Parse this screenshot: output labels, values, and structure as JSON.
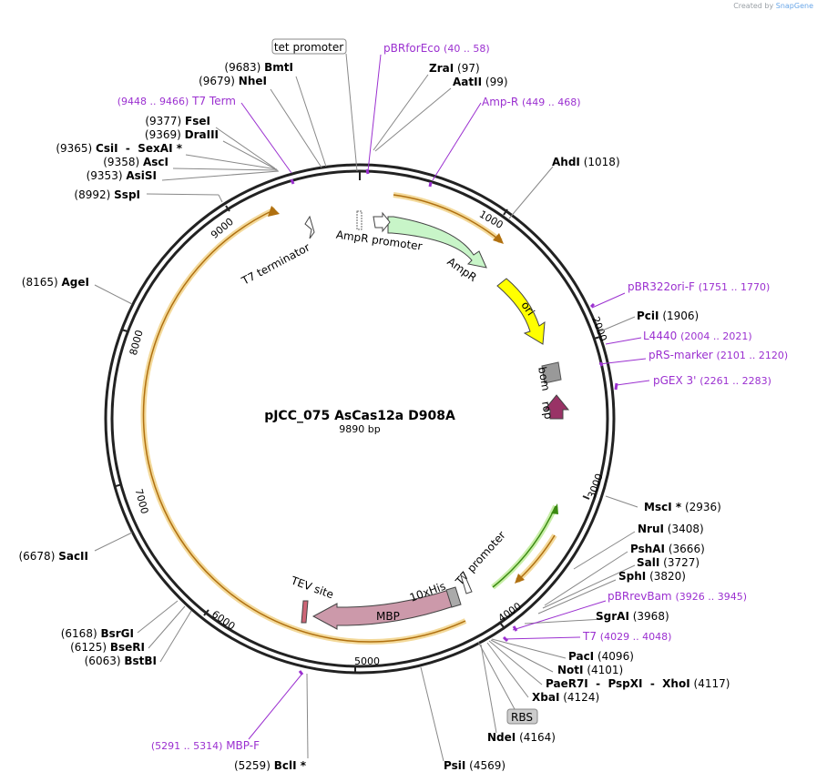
{
  "credit": {
    "prefix": "Created by",
    "brand": "SnapGene"
  },
  "plasmid": {
    "name": "pJCC_075 AsCas12a D908A",
    "length": "9890 bp"
  },
  "colors": {
    "enzyme": "#000000",
    "primer": "#9b30d0",
    "feature_orange": "#e8a030",
    "ampr": "#c8f5c8",
    "ori": "#ffff00",
    "mbp": "#cc99aa",
    "rop": "#993366",
    "bom": "#999999",
    "green": "#55bb22"
  },
  "ticks": [
    "1000",
    "2000",
    "3000",
    "4000",
    "5000",
    "6000",
    "7000",
    "8000",
    "9000"
  ],
  "enzymes": [
    {
      "name": "BmtI",
      "pos": "(9683)",
      "side": "L"
    },
    {
      "name": "NheI",
      "pos": "(9679)",
      "side": "L"
    },
    {
      "name": "FseI",
      "pos": "(9377)",
      "side": "L"
    },
    {
      "name": "DraIII",
      "pos": "(9369)",
      "side": "L"
    },
    {
      "name": "CsiI  -  SexAI *",
      "pos": "(9365)",
      "side": "L"
    },
    {
      "name": "AscI",
      "pos": "(9358)",
      "side": "L"
    },
    {
      "name": "AsiSI",
      "pos": "(9353)",
      "side": "L"
    },
    {
      "name": "SspI",
      "pos": "(8992)",
      "side": "L"
    },
    {
      "name": "AgeI",
      "pos": "(8165)",
      "side": "L"
    },
    {
      "name": "SacII",
      "pos": "(6678)",
      "side": "L"
    },
    {
      "name": "BsrGI",
      "pos": "(6168)",
      "side": "L"
    },
    {
      "name": "BseRI",
      "pos": "(6125)",
      "side": "L"
    },
    {
      "name": "BstBI",
      "pos": "(6063)",
      "side": "L"
    },
    {
      "name": "BclI *",
      "pos": "(5259)",
      "side": "L"
    },
    {
      "name": "ZraI",
      "pos": "(97)",
      "side": "R"
    },
    {
      "name": "AatII",
      "pos": "(99)",
      "side": "R"
    },
    {
      "name": "AhdI",
      "pos": "(1018)",
      "side": "R"
    },
    {
      "name": "PciI",
      "pos": "(1906)",
      "side": "R"
    },
    {
      "name": "MscI *",
      "pos": "(2936)",
      "side": "R"
    },
    {
      "name": "NruI",
      "pos": "(3408)",
      "side": "R"
    },
    {
      "name": "PshAI",
      "pos": "(3666)",
      "side": "R"
    },
    {
      "name": "SalI",
      "pos": "(3727)",
      "side": "R"
    },
    {
      "name": "SphI",
      "pos": "(3820)",
      "side": "R"
    },
    {
      "name": "SgrAI",
      "pos": "(3968)",
      "side": "R"
    },
    {
      "name": "PacI",
      "pos": "(4096)",
      "side": "R"
    },
    {
      "name": "NotI",
      "pos": "(4101)",
      "side": "R"
    },
    {
      "name": "PaeR7I  -  PspXI  -  XhoI",
      "pos": "(4117)",
      "side": "R"
    },
    {
      "name": "XbaI",
      "pos": "(4124)",
      "side": "R"
    },
    {
      "name": "NdeI",
      "pos": "(4164)",
      "side": "R"
    },
    {
      "name": "PsiI",
      "pos": "(4569)",
      "side": "R"
    }
  ],
  "primers": [
    {
      "name": "pBRforEco",
      "range": "(40 .. 58)",
      "order": "name-first"
    },
    {
      "name": "T7 Term",
      "range": "(9448 .. 9466)",
      "order": "range-first"
    },
    {
      "name": "Amp-R",
      "range": "(449 .. 468)",
      "order": "name-first"
    },
    {
      "name": "pBR322ori-F",
      "range": "(1751 .. 1770)",
      "order": "name-first"
    },
    {
      "name": "L4440",
      "range": "(2004 .. 2021)",
      "order": "name-first"
    },
    {
      "name": "pRS-marker",
      "range": "(2101 .. 2120)",
      "order": "name-first"
    },
    {
      "name": "pGEX 3'",
      "range": "(2261 .. 2283)",
      "order": "name-first"
    },
    {
      "name": "pBRrevBam",
      "range": "(3926 .. 3945)",
      "order": "name-first"
    },
    {
      "name": "T7",
      "range": "(4029 .. 4048)",
      "order": "name-first"
    },
    {
      "name": "MBP-F",
      "range": "(5291 .. 5314)",
      "order": "range-first"
    }
  ],
  "features": {
    "tet_promoter": "tet promoter",
    "rbs": "RBS",
    "t7_terminator": "T7 terminator",
    "ampr_promoter": "AmpR promoter",
    "ampr": "AmpR",
    "ori": "ori",
    "bom": "bom",
    "rop": "rop",
    "t7_promoter": "T7 promoter",
    "his": "10xHis",
    "tev": "TEV site",
    "mbp": "MBP"
  }
}
